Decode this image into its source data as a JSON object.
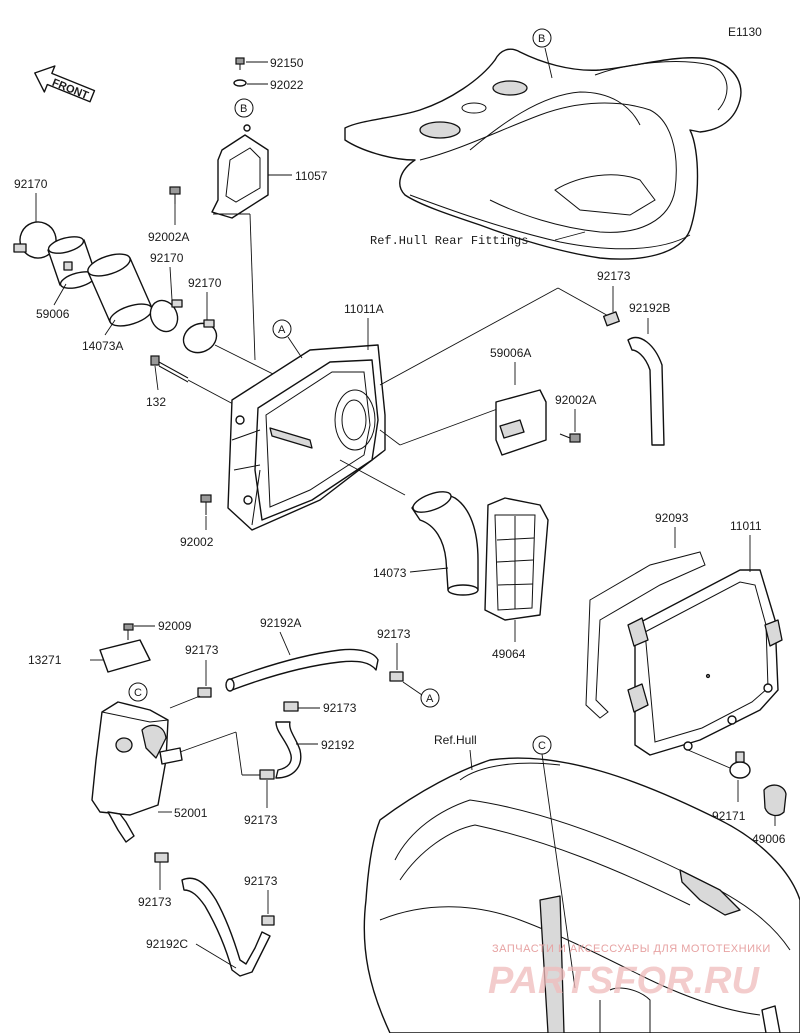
{
  "diagram_code": "E1130",
  "front_label": "FRONT",
  "references": {
    "hull_rear_fittings": "Ref.Hull Rear Fittings",
    "hull": "Ref.Hull"
  },
  "ref_letters": {
    "a": "A",
    "b": "B",
    "c": "C"
  },
  "parts": {
    "p92150": "92150",
    "p92022": "92022",
    "p11057": "11057",
    "p92170_top": "92170",
    "p92002A_top": "92002A",
    "p92170_mid": "92170",
    "p92170_right": "92170",
    "p59006": "59006",
    "p14073A": "14073A",
    "p132": "132",
    "p11011A": "11011A",
    "p92173_top": "92173",
    "p92192B": "92192B",
    "p59006A": "59006A",
    "p92002A_right": "92002A",
    "p92002": "92002",
    "p14073": "14073",
    "p49064": "49064",
    "p92093": "92093",
    "p11011": "11011",
    "p92009": "92009",
    "p13271": "13271",
    "p92192A": "92192A",
    "p92173_a": "92173",
    "p92173_left": "92173",
    "p92173_mid": "92173",
    "p92192": "92192",
    "p52001": "52001",
    "p92173_lower": "92173",
    "p92173_bottom_left": "92173",
    "p92173_bottom": "92173",
    "p92192C": "92192C",
    "p92171": "92171",
    "p49006": "49006"
  },
  "watermark": {
    "caption": "ЗАПЧАСТИ И АКСЕССУАРЫ ДЛЯ МОТОТЕХНИКИ",
    "brand": "PARTSFOR.RU"
  }
}
